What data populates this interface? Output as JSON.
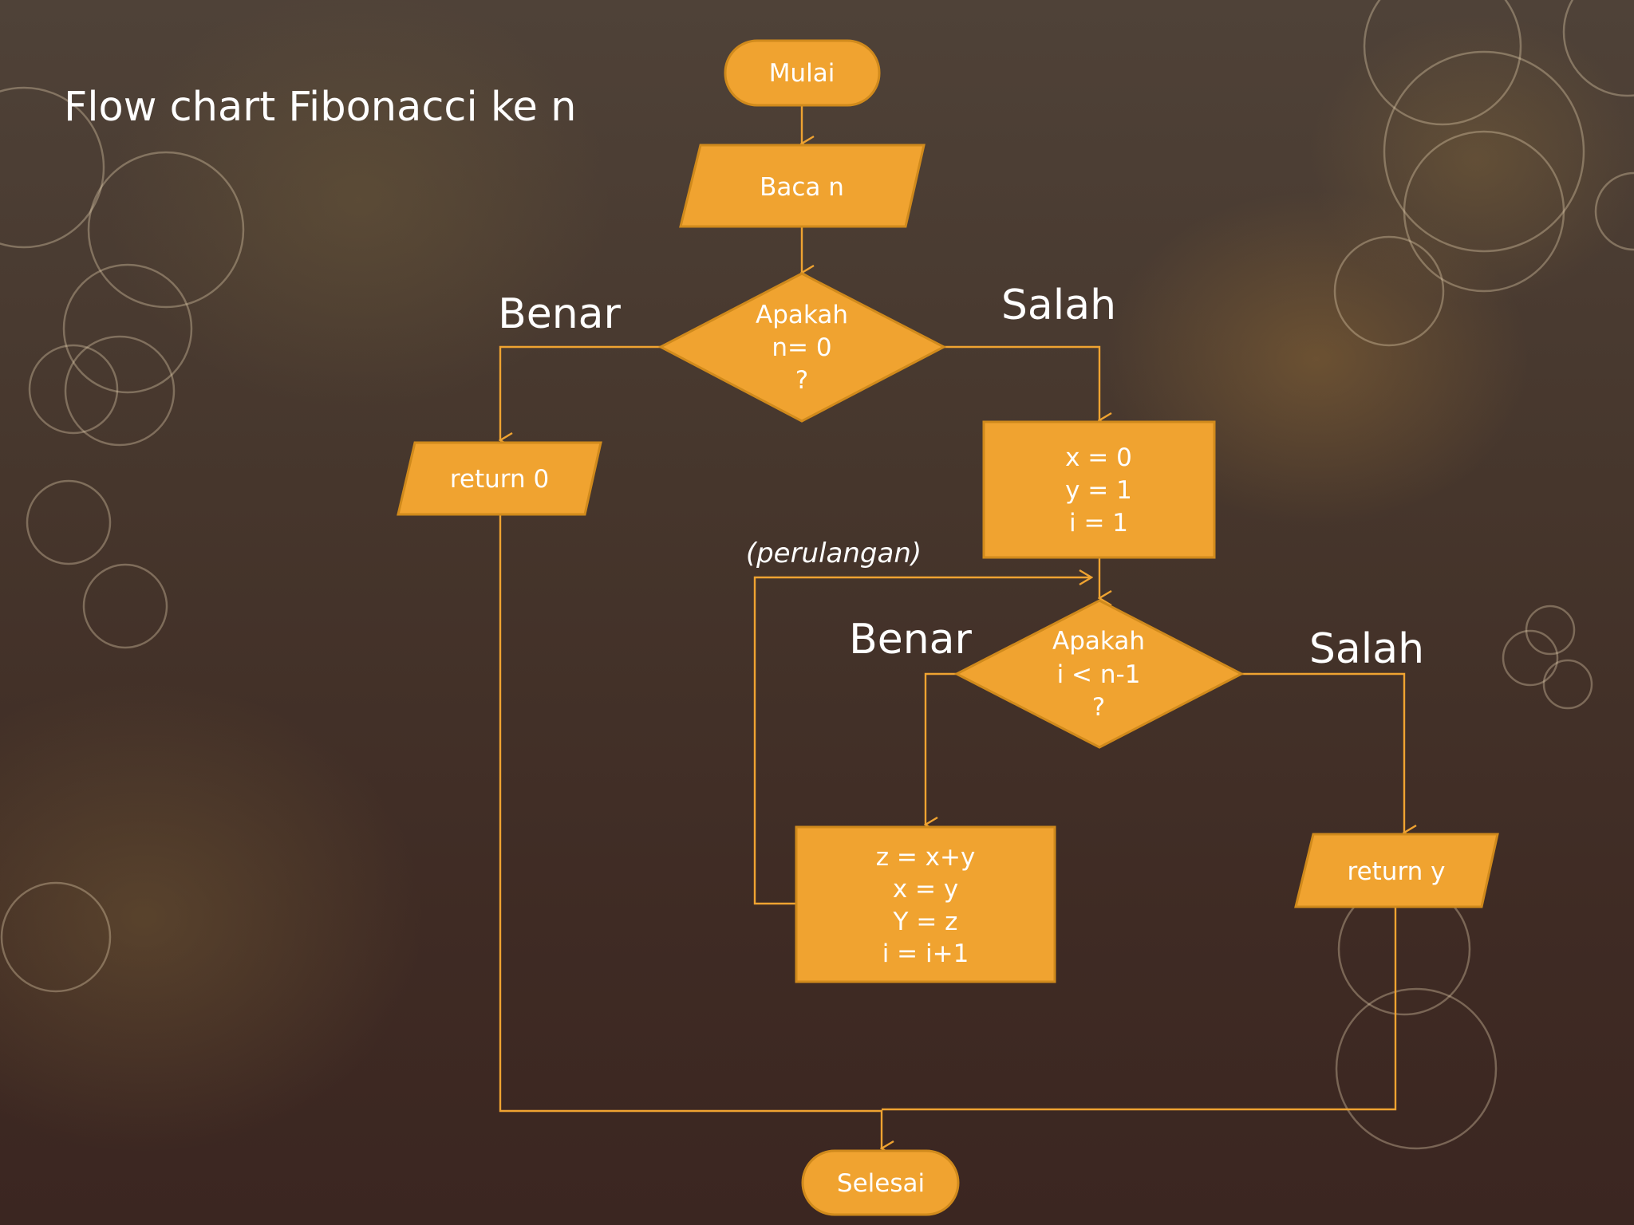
{
  "title": "Flow chart Fibonacci ke n",
  "flowchart": {
    "start": {
      "label": "Mulai"
    },
    "input": {
      "label": "Baca n"
    },
    "decision1": {
      "lines": [
        "Apakah",
        "n= 0",
        "?"
      ]
    },
    "decision1_true": "Benar",
    "decision1_false": "Salah",
    "return0": {
      "label": "return 0"
    },
    "init": {
      "lines": [
        "x = 0",
        "y = 1",
        "i = 1"
      ]
    },
    "loop_note": "(perulangan)",
    "decision2": {
      "lines": [
        "Apakah",
        "i < n-1",
        "?"
      ]
    },
    "decision2_true": "Benar",
    "decision2_false": "Salah",
    "loop_body": {
      "lines": [
        "z = x+y",
        "x = y",
        "Y = z",
        "i = i+1"
      ]
    },
    "return_y": {
      "label": "return y"
    },
    "end": {
      "label": "Selesai"
    }
  },
  "colors": {
    "shape_fill": "#f0a330",
    "shape_border": "#d08a1c",
    "connector": "#efa331",
    "text": "#ffffff"
  }
}
